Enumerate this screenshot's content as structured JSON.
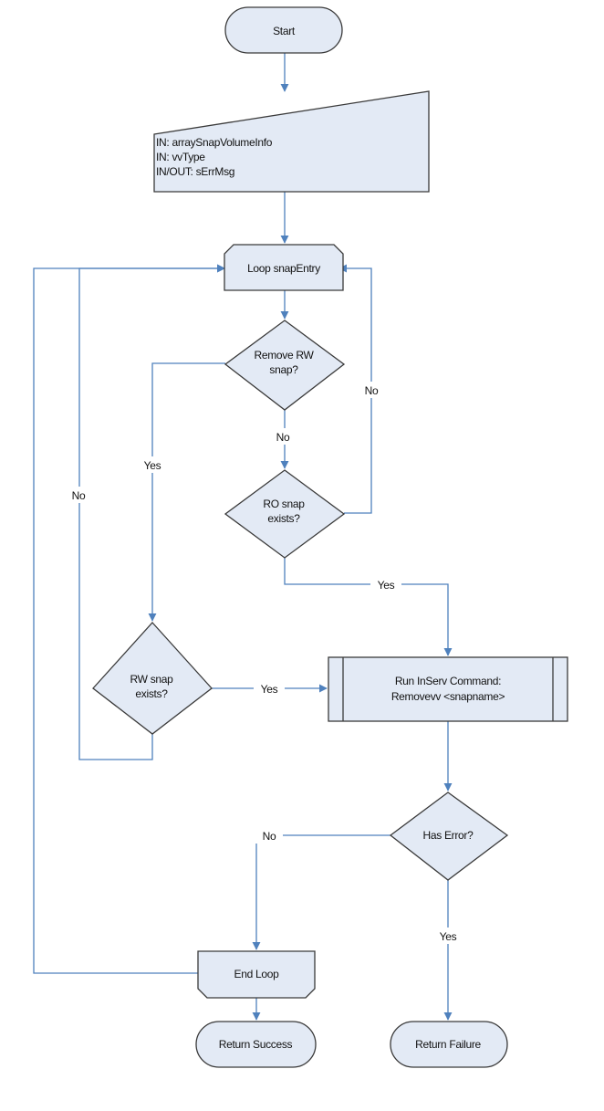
{
  "colors": {
    "node_fill": "#e3eaf5",
    "node_stroke": "#3a3a3a",
    "edge": "#4f81bd"
  },
  "nodes": {
    "start": "Start",
    "input_line1": "IN: arraySnapVolumeInfo",
    "input_line2": "IN: vvType",
    "input_line3": "IN/OUT: sErrMsg",
    "loop_start": "Loop snapEntry",
    "remove_rw_line1": "Remove RW",
    "remove_rw_line2": "snap?",
    "ro_exists_line1": "RO snap",
    "ro_exists_line2": "exists?",
    "rw_exists_line1": "RW snap",
    "rw_exists_line2": "exists?",
    "run_cmd_line1": "Run InServ Command:",
    "run_cmd_line2": "Removevv  <snapname>",
    "has_error": "Has Error?",
    "end_loop": "End Loop",
    "return_success": "Return Success",
    "return_failure": "Return Failure"
  },
  "edge_labels": {
    "remove_rw_yes": "Yes",
    "remove_rw_no": "No",
    "ro_exists_no": "No",
    "ro_exists_yes": "Yes",
    "rw_exists_yes": "Yes",
    "rw_exists_no": "No",
    "has_error_no": "No",
    "has_error_yes": "Yes"
  }
}
